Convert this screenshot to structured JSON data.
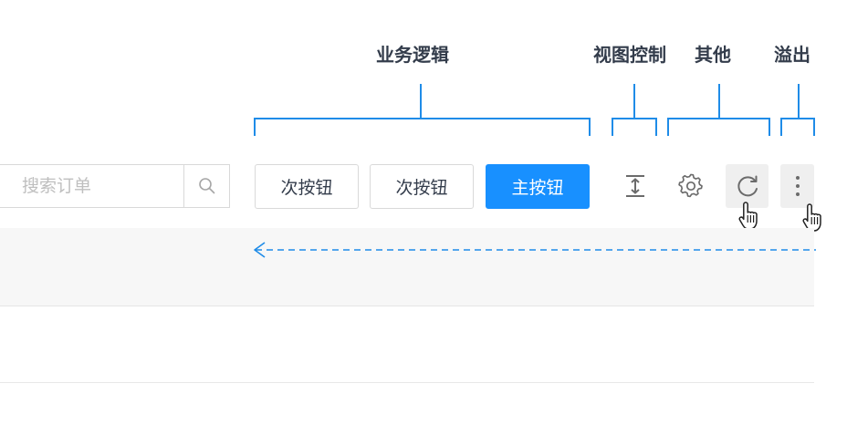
{
  "annotations": {
    "business_logic": "业务逻辑",
    "view_control": "视图控制",
    "other": "其他",
    "overflow": "溢出"
  },
  "toolbar": {
    "search_placeholder": "搜索订单",
    "secondary_button_1": "次按钮",
    "secondary_button_2": "次按钮",
    "primary_button": "主按钮"
  },
  "icons": {
    "search": "search-icon",
    "density": "row-height-icon",
    "settings": "gear-icon",
    "refresh": "refresh-icon",
    "more": "more-vertical-icon",
    "cursor": "hand-pointer-icon",
    "arrow": "arrow-left-icon"
  },
  "colors": {
    "annotation_blue": "#1f8ce8",
    "primary": "#1890ff",
    "label_text": "#333c4b",
    "hover_bg": "#efefef"
  }
}
